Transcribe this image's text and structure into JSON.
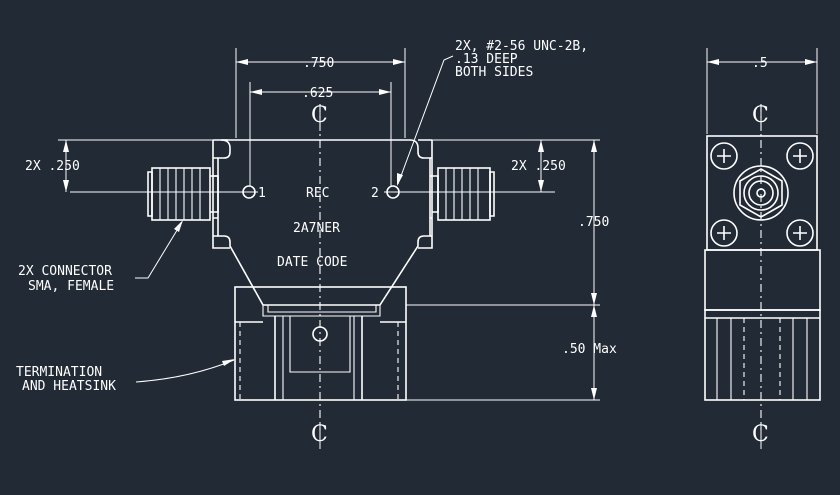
{
  "front_view": {
    "dim_top_width": ".750",
    "dim_hole_spacing": ".625",
    "dim_left_pos": "2X .250",
    "dim_right_pos": "2X .250",
    "dim_height": ".750",
    "dim_base_height": ".50 Max",
    "port1": "1",
    "port2": "2",
    "label_line1": "REC",
    "label_line2": "2A7NER",
    "label_line3": "DATE CODE",
    "note_tapped_holes": [
      "2X, #2-56 UNC-2B,",
      ".13 DEEP",
      "BOTH SIDES"
    ],
    "note_connector": [
      "2X CONNECTOR",
      "SMA, FEMALE"
    ],
    "note_termination": [
      "TERMINATION",
      "AND HEATSINK"
    ],
    "centerline_symbol": "CL"
  },
  "side_view": {
    "dim_width": ".5",
    "centerline_symbol": "CL"
  }
}
